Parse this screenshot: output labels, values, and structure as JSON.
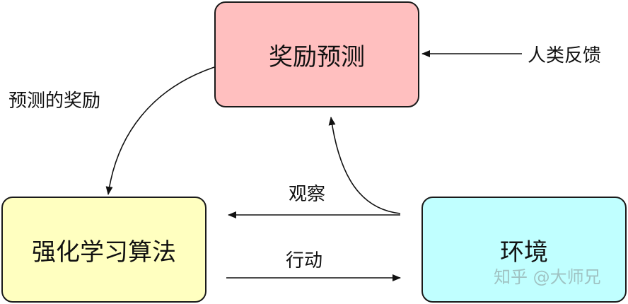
{
  "nodes": {
    "reward_prediction": {
      "label": "奖励预测",
      "fill": "#ffbfbf"
    },
    "rl_algorithm": {
      "label": "强化学习算法",
      "fill": "#ffffc0"
    },
    "environment": {
      "label": "环境",
      "fill": "#c0ffff"
    }
  },
  "edges": {
    "human_feedback": {
      "label": "人类反馈"
    },
    "predicted_reward": {
      "label": "预测的奖励"
    },
    "observation": {
      "label": "观察"
    },
    "action": {
      "label": "行动"
    }
  },
  "watermark": "知乎 @大师兄",
  "colors": {
    "stroke": "#1a1a1a"
  }
}
